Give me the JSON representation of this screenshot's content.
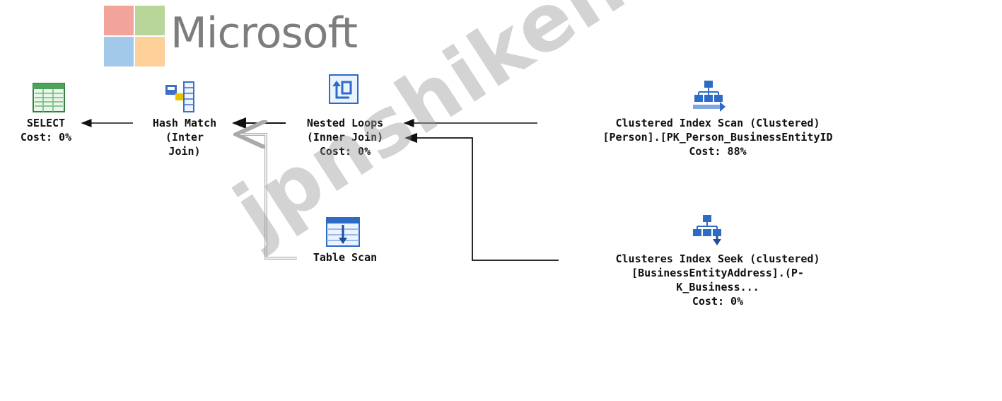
{
  "brand": {
    "name": "Microsoft",
    "colors": {
      "red": "#f2a49a",
      "green": "#b8d69a",
      "blue": "#a2c8ea",
      "yellow": "#fdd09a",
      "text": "#7d7d7d"
    }
  },
  "watermark": "jpnshiken.com",
  "nodes": {
    "select": {
      "icon": "select-result-icon",
      "lines": [
        "SELECT",
        "Cost: 0%"
      ]
    },
    "hash_match": {
      "icon": "hash-match-icon",
      "lines": [
        "Hash Match",
        "(Inter",
        "Join)"
      ]
    },
    "nested_loops": {
      "icon": "nested-loops-icon",
      "lines": [
        "Nested Loops",
        "(Inner Join)",
        "Cost: 0%"
      ]
    },
    "clustered_scan": {
      "icon": "clustered-index-scan-icon",
      "lines": [
        "Clustered Index Scan (Clustered)",
        "[Person].[PK_Person_BusinessEntityID",
        "Cost: 88%"
      ]
    },
    "table_scan": {
      "icon": "table-scan-icon",
      "lines": [
        "Table Scan"
      ]
    },
    "clustered_seek": {
      "icon": "clustered-index-seek-icon",
      "lines": [
        "Clusteres Index Seek (clustered)",
        "[BusinessEntityAddress].(P-",
        "K_Business...",
        "Cost: 0%"
      ]
    }
  }
}
